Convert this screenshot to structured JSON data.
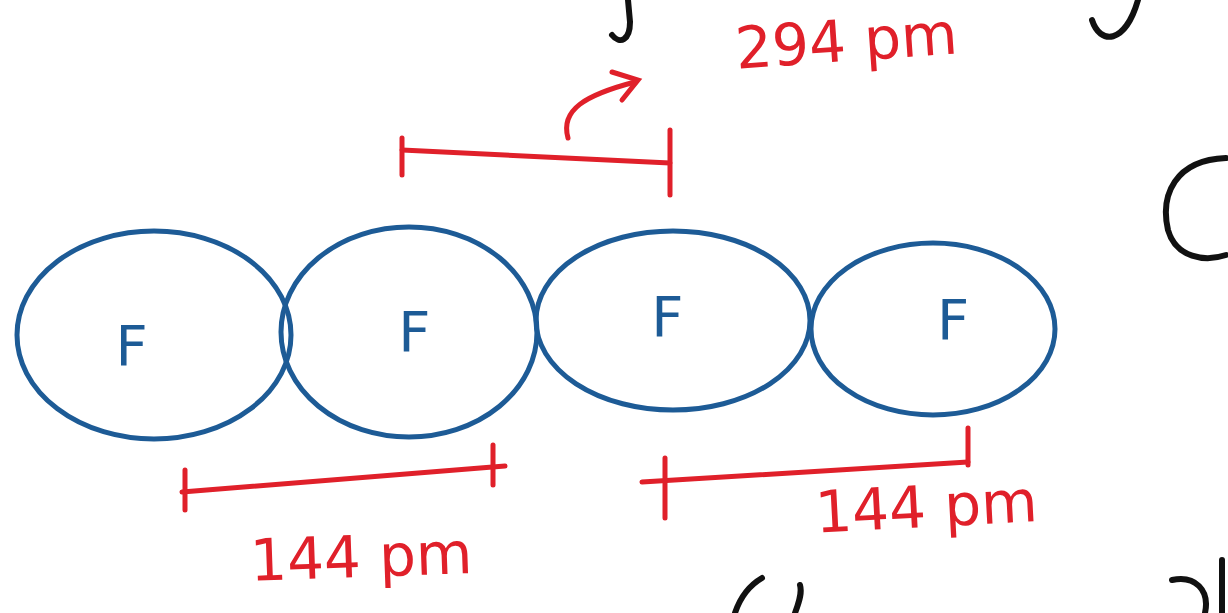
{
  "diagram": {
    "nodes": [
      {
        "text": [
          "F"
        ]
      },
      {
        "text": [
          "F"
        ]
      },
      {
        "text": [
          "F"
        ]
      },
      {
        "text": [
          "F"
        ]
      }
    ],
    "labels": [
      "294 pm",
      "144 pm",
      "144 pm"
    ]
  }
}
